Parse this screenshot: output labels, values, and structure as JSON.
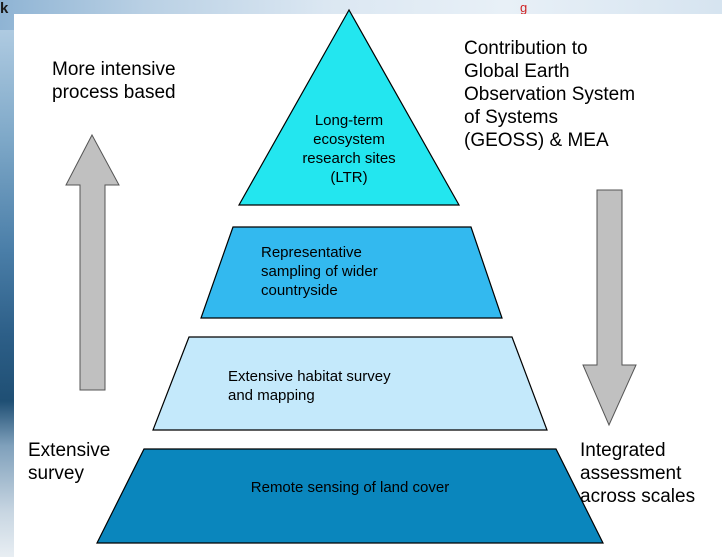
{
  "corner_mark": "k",
  "red_mark": "g",
  "left_top_label": "More intensive\nprocess based",
  "right_top_label": "Contribution to\nGlobal Earth\nObservation System\nof Systems\n(GEOSS) & MEA",
  "left_bottom_label": "Extensive\nsurvey",
  "right_bottom_label": "Integrated\nassessment\nacross scales",
  "tiers": [
    {
      "label": "Long-term\necosystem\nresearch sites\n(LTR)",
      "color": "#23e6ef"
    },
    {
      "label": "Representative\nsampling of wider\ncountryside",
      "color": "#33b9ef"
    },
    {
      "label": "Extensive habitat survey\nand mapping",
      "color": "#c4e9fb"
    },
    {
      "label": "Remote sensing of land cover",
      "color": "#0a86bd"
    }
  ],
  "arrow_color": "#c0c0c0"
}
